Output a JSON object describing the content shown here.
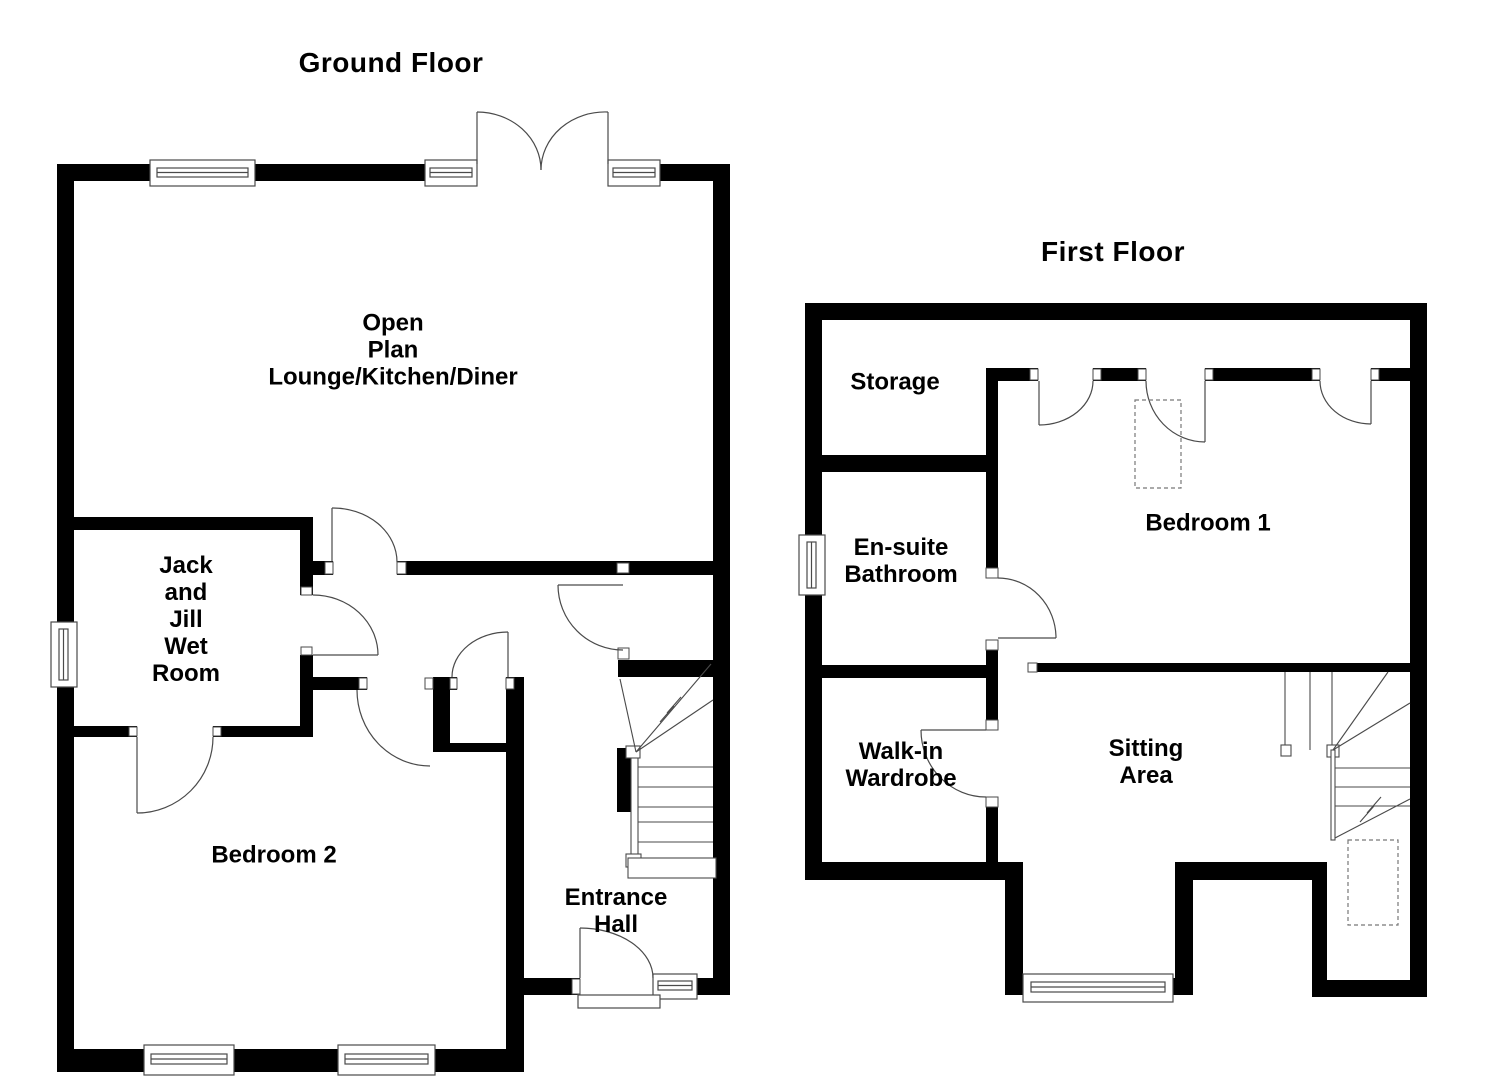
{
  "ground_floor": {
    "title": "Ground Floor",
    "rooms": [
      {
        "label": "Open\nPlan\nLounge/Kitchen/Diner"
      },
      {
        "label": "Jack\nand\nJill\nWet\nRoom"
      },
      {
        "label": "Bedroom 2"
      },
      {
        "label": "Entrance\nHall"
      }
    ]
  },
  "first_floor": {
    "title": "First Floor",
    "rooms": [
      {
        "label": "Storage"
      },
      {
        "label": "En-suite\nBathroom"
      },
      {
        "label": "Walk-in\nWardrobe"
      },
      {
        "label": "Bedroom 1"
      },
      {
        "label": "Sitting\nArea"
      }
    ]
  },
  "colors": {
    "wall": "#000000",
    "line": "#4a4a4a",
    "background": "#ffffff"
  }
}
